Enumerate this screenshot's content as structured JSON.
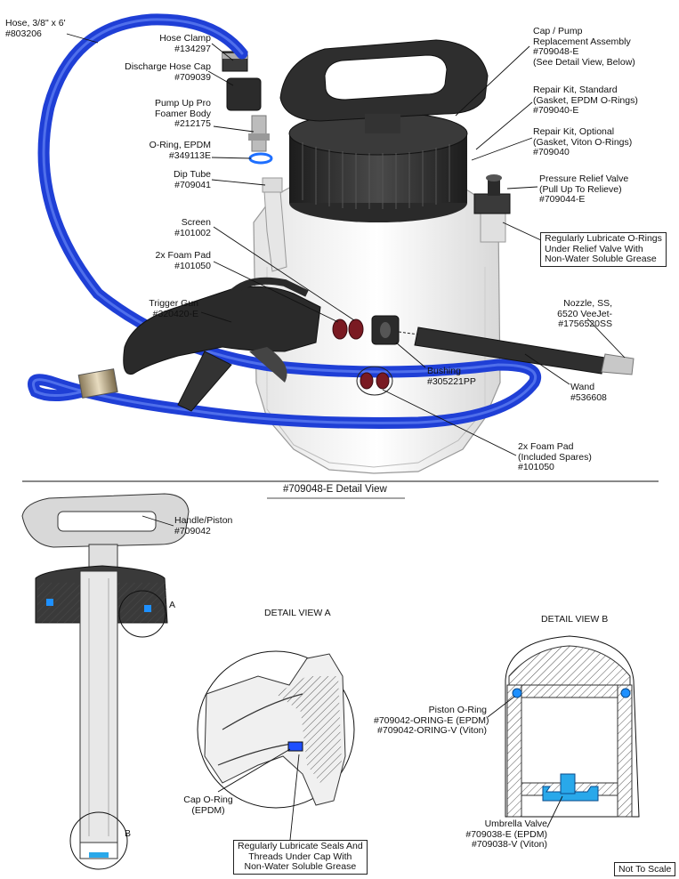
{
  "parts": {
    "hose": [
      "Hose, 3/8\" x 6'",
      "#803206"
    ],
    "hose_clamp": [
      "Hose Clamp",
      "#134297"
    ],
    "discharge_cap": [
      "Discharge Hose Cap",
      "#709039"
    ],
    "foamer_body": [
      "Pump Up Pro",
      "Foamer Body",
      "#212175"
    ],
    "oring_epdm": [
      "O-Ring, EPDM",
      "#349113E"
    ],
    "dip_tube": [
      "Dip Tube",
      "#709041"
    ],
    "screen": [
      "Screen",
      "#101002"
    ],
    "foam_pad": [
      "2x Foam Pad",
      "#101050"
    ],
    "trigger_gun": [
      "Trigger Gun",
      "#320420-E"
    ],
    "cap_pump": [
      "Cap / Pump",
      "Replacement Assembly",
      "#709048-E",
      "(See Detail View, Below)"
    ],
    "repair_std": [
      "Repair Kit, Standard",
      "(Gasket, EPDM O-Rings)",
      "#709040-E"
    ],
    "repair_opt": [
      "Repair Kit, Optional",
      "(Gasket, Viton O-Rings)",
      "#709040"
    ],
    "relief_valve": [
      "Pressure Relief Valve",
      "(Pull Up To Relieve)",
      "#709044-E"
    ],
    "lubricate_relief": [
      "Regularly Lubricate O-Rings",
      "Under Relief Valve With",
      "Non-Water Soluble Grease"
    ],
    "nozzle": [
      "Nozzle, SS,",
      "6520 VeeJet-",
      "#1756520SS"
    ],
    "bushing": [
      "Bushing",
      "#305221PP"
    ],
    "wand": [
      "Wand",
      "#536608"
    ],
    "foam_pad_spares": [
      "2x Foam Pad",
      "(Included Spares)",
      "#101050"
    ]
  },
  "detail": {
    "title": "#709048-E Detail View",
    "handle": [
      "Handle/Piston",
      "#709042"
    ],
    "view_a_title": "DETAIL VIEW A",
    "view_b_title": "DETAIL VIEW B",
    "marker_a": "A",
    "marker_b": "B",
    "cap_oring": [
      "Cap O-Ring",
      "(EPDM)"
    ],
    "lubricate_seals": [
      "Regularly Lubricate Seals And",
      "Threads Under Cap With",
      "Non-Water Soluble Grease"
    ],
    "piston_oring": [
      "Piston O-Ring",
      "#709042-ORING-E (EPDM)",
      "#709042-ORING-V (Viton)"
    ],
    "umbrella": [
      "Umbrella Valve",
      "#709038-E (EPDM)",
      "#709038-V (Viton)"
    ],
    "not_to_scale": "Not To Scale"
  },
  "colors": {
    "hose_blue": "#1f3fd6",
    "part_dark": "#2b2b2b",
    "tank_white": "#f4f4f4",
    "foam_red": "#7a1a22",
    "seal_blue": "#1e90ff",
    "valve_cyan": "#29a8ea"
  }
}
